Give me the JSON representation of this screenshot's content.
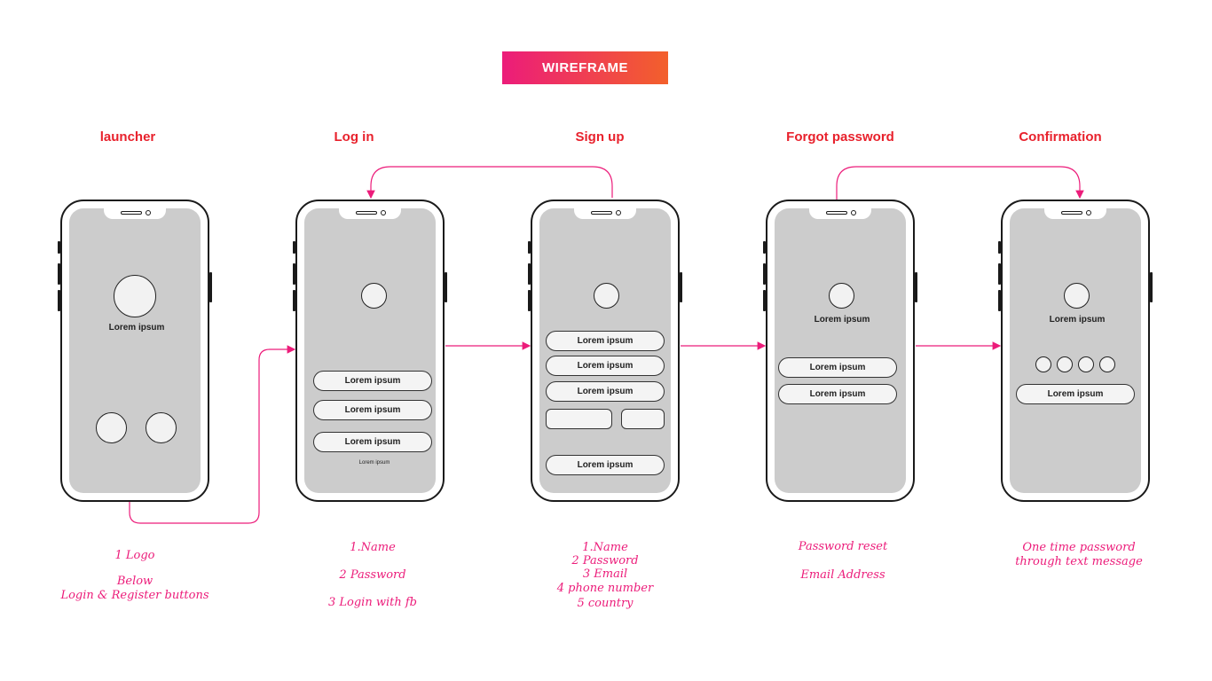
{
  "banner": "WIREFRAME",
  "screens": [
    {
      "title": "launcher"
    },
    {
      "title": "Log in"
    },
    {
      "title": "Sign up"
    },
    {
      "title": "Forgot password"
    },
    {
      "title": "Confirmation"
    }
  ],
  "launcher": {
    "logo_label": "Lorem ipsum"
  },
  "login": {
    "buttons": [
      "Lorem ipsum",
      "Lorem ipsum",
      "Lorem ipsum"
    ],
    "footer": "Lorem ipsum"
  },
  "signup": {
    "buttons": [
      "Lorem ipsum",
      "Lorem ipsum",
      "Lorem ipsum",
      "Lorem ipsum"
    ]
  },
  "forgot": {
    "logo_label": "Lorem ipsum",
    "buttons": [
      "Lorem ipsum",
      "Lorem ipsum"
    ]
  },
  "confirm": {
    "logo_label": "Lorem ipsum",
    "button": "Lorem ipsum"
  },
  "notes": {
    "launcher": [
      "1 Logo",
      "Below",
      "Login & Register buttons"
    ],
    "login": [
      "1.Name",
      "2 Password",
      "3 Login with fb"
    ],
    "signup": [
      "1.Name",
      "2 Password",
      "3 Email",
      "4 phone number",
      "5 country"
    ],
    "forgot": [
      "Password reset",
      "Email Address"
    ],
    "confirm": [
      "One time password",
      "through text message"
    ]
  },
  "colors": {
    "accent": "#ec1c7a",
    "title": "#e8212c",
    "screen": "#cccccc"
  }
}
